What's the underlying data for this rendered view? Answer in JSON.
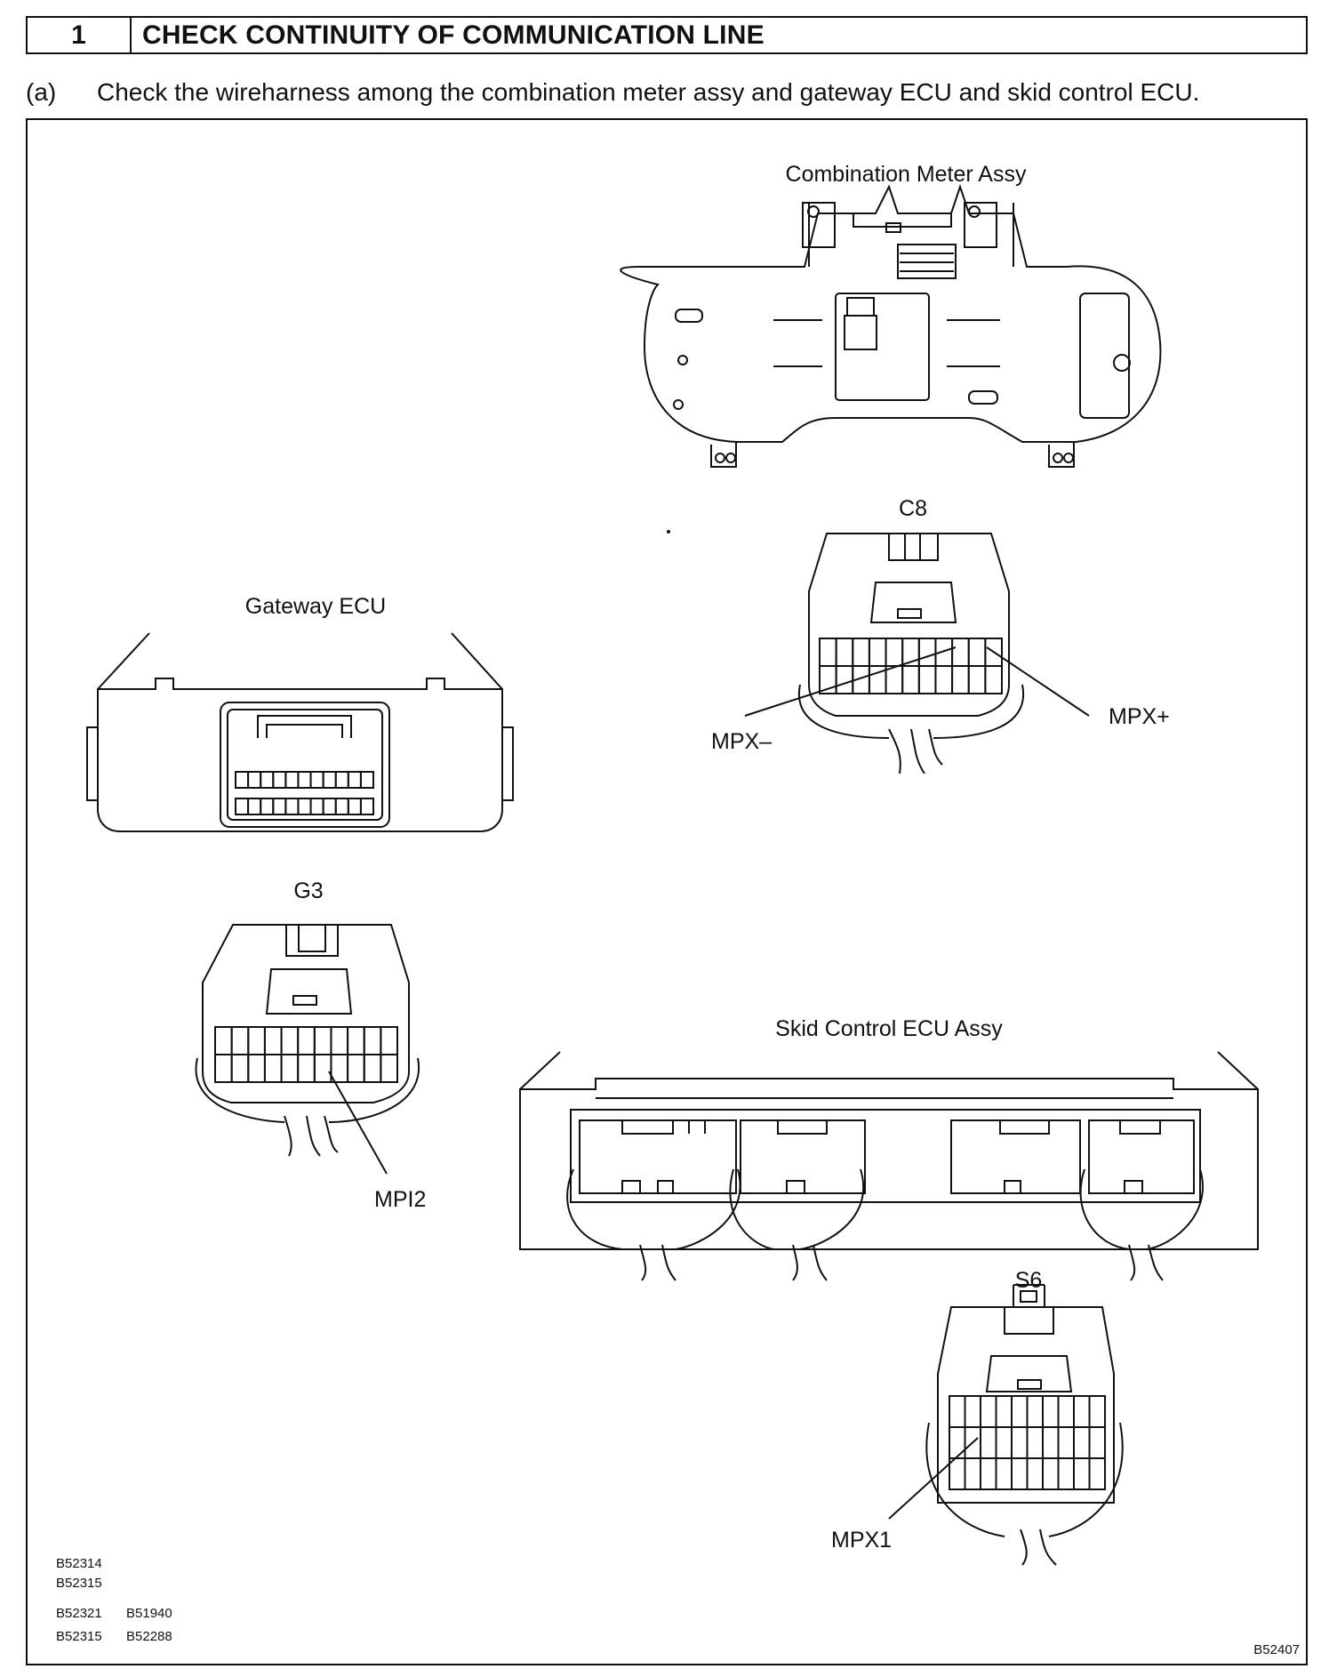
{
  "header": {
    "step_number": "1",
    "title": "CHECK CONTINUITY OF COMMUNICATION LINE"
  },
  "instruction": {
    "label": "(a)",
    "text": "Check the wireharness among the combination meter assy and gateway ECU and skid control ECU."
  },
  "figure": {
    "labels": {
      "combination_meter": "Combination Meter Assy",
      "c8": "C8",
      "gateway_ecu": "Gateway ECU",
      "mpx_minus": "MPX–",
      "mpx_plus": "MPX+",
      "g3": "G3",
      "mpi2": "MPI2",
      "skid_control": "Skid Control ECU Assy",
      "s6": "S6",
      "mpx1": "MPX1"
    },
    "codes": {
      "c1": "B52314",
      "c2": "B52315",
      "c3": "B52321",
      "c4": "B51940",
      "c5": "B52315",
      "c6": "B52288",
      "figure_id": "B52407"
    }
  }
}
